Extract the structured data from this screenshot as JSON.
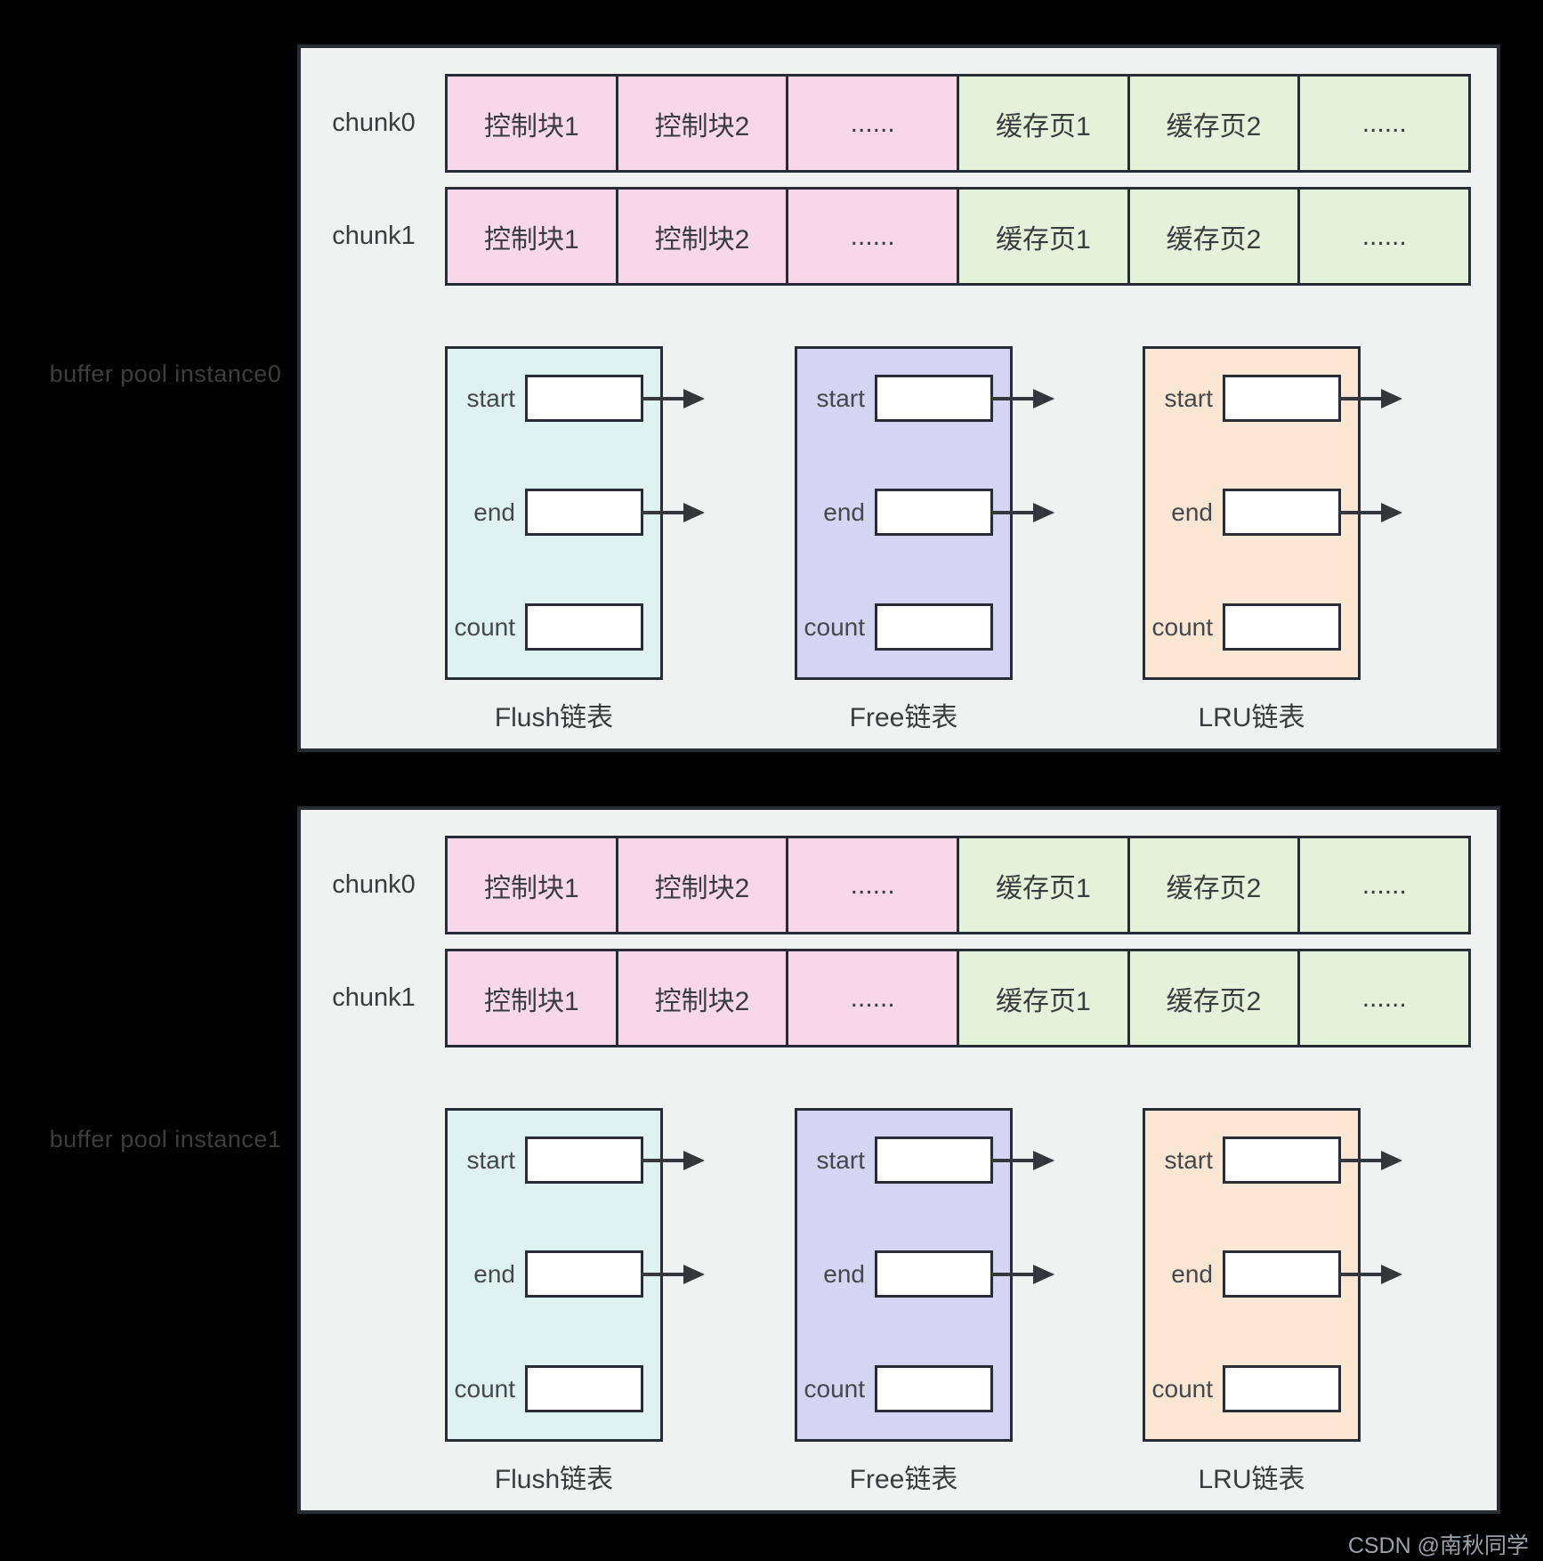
{
  "colors": {
    "background": "#000000",
    "panel_fill": "#f0f1f1",
    "outline": "#282c34",
    "control_block_fill": "#f8d8e8",
    "cache_page_fill": "#e4f2da",
    "flush_list_fill": "#ddf2f1",
    "free_list_fill": "#d3d5f2",
    "lru_list_fill": "#fae6d2",
    "slot_fill": "#ffffff",
    "instance_label_color": "#3e3e40",
    "watermark_color": "#99a1a9"
  },
  "instances": [
    {
      "label": "buffer pool instance0",
      "chunks": [
        {
          "label": "chunk0",
          "cells": [
            "控制块1",
            "控制块2",
            "......",
            "缓存页1",
            "缓存页2",
            "......"
          ]
        },
        {
          "label": "chunk1",
          "cells": [
            "控制块1",
            "控制块2",
            "......",
            "缓存页1",
            "缓存页2",
            "......"
          ]
        }
      ],
      "lists": [
        {
          "label": "Flush链表",
          "fields": [
            {
              "label": "start",
              "arrow": true
            },
            {
              "label": "end",
              "arrow": true
            },
            {
              "label": "count",
              "arrow": false
            }
          ]
        },
        {
          "label": "Free链表",
          "fields": [
            {
              "label": "start",
              "arrow": true
            },
            {
              "label": "end",
              "arrow": true
            },
            {
              "label": "count",
              "arrow": false
            }
          ]
        },
        {
          "label": "LRU链表",
          "fields": [
            {
              "label": "start",
              "arrow": true
            },
            {
              "label": "end",
              "arrow": true
            },
            {
              "label": "count",
              "arrow": false
            }
          ]
        }
      ]
    },
    {
      "label": "buffer pool instance1",
      "chunks": [
        {
          "label": "chunk0",
          "cells": [
            "控制块1",
            "控制块2",
            "......",
            "缓存页1",
            "缓存页2",
            "......"
          ]
        },
        {
          "label": "chunk1",
          "cells": [
            "控制块1",
            "控制块2",
            "......",
            "缓存页1",
            "缓存页2",
            "......"
          ]
        }
      ],
      "lists": [
        {
          "label": "Flush链表",
          "fields": [
            {
              "label": "start",
              "arrow": true
            },
            {
              "label": "end",
              "arrow": true
            },
            {
              "label": "count",
              "arrow": false
            }
          ]
        },
        {
          "label": "Free链表",
          "fields": [
            {
              "label": "start",
              "arrow": true
            },
            {
              "label": "end",
              "arrow": true
            },
            {
              "label": "count",
              "arrow": false
            }
          ]
        },
        {
          "label": "LRU链表",
          "fields": [
            {
              "label": "start",
              "arrow": true
            },
            {
              "label": "end",
              "arrow": true
            },
            {
              "label": "count",
              "arrow": false
            }
          ]
        }
      ]
    }
  ],
  "watermark": "CSDN @南秋同学"
}
